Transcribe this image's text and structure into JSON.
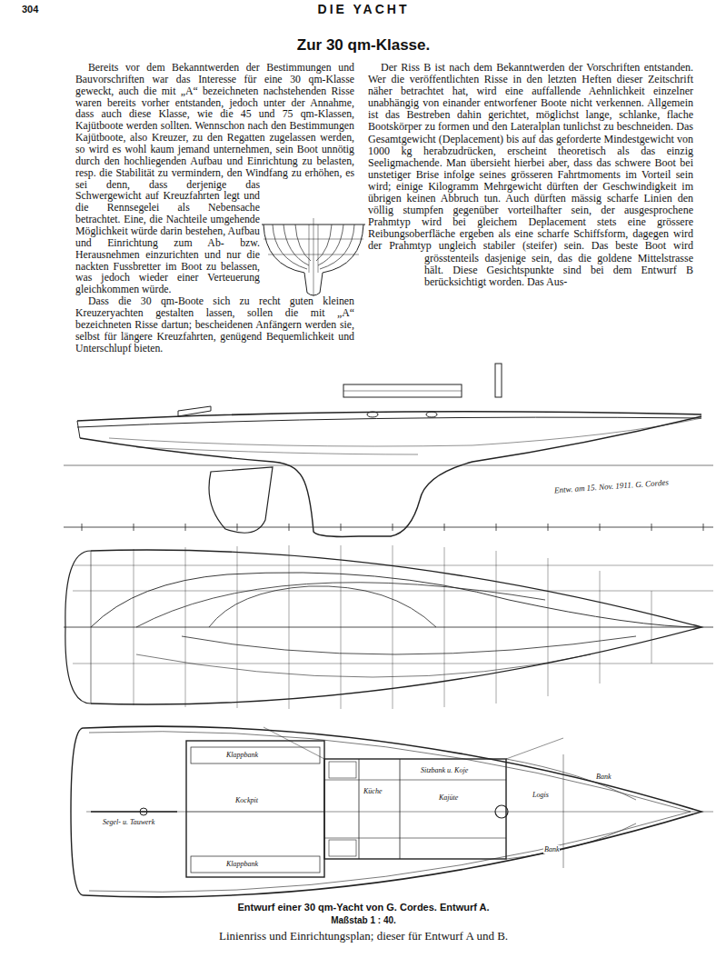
{
  "diagram": {
    "title": "Zur 30 qm-Klasse.",
    "caption": "Entwurf einer 30 qm-Yacht von G. Cordes. Entwurf A.",
    "labels": [
      "DIE YACHT",
      "304",
      "Bereits vor dem Bekanntwerden der Bestimmungen und Bauvorschriften war das Interesse für eine 30 qm-Klasse geweckt, auch die mit „A“ bezeichneten nachstehenden Risse waren bereits vorher entstanden, jedoch unter der Annahme, dass auch diese Klasse, wie die 45 und 75 qm-Klassen, Kajütboote werden sollten. Wennschon nach den Bestimmungen Kajütboote, also Kreuzer, zu den Regatten zugelassen werden, so wird es wohl kaum jemand unternehmen, sein Boot unnötig durch den hochliegenden Aufbau und Einrichtung zu belasten, resp. die Stabilität zu vermindern, den Windfang zu erhöhen, es sei denn, dass derjenige das Schwergewicht auf Kreuzfahrten legt und die Rennsegelei als Nebensache betrachtet. Eine, die Nachteile umgehende Möglichkeit würde darin bestehen, Aufbau und Einrichtung zum Ab- bzw. Herausnehmen einzurichten und nur die nackten Fussbretter im Boot zu belassen, was jedoch wieder einer Verteuerung gleichkommen würde.",
      "Dass die 30 qm-Boote sich zu recht guten kleinen Kreuzeryachten gestalten lassen, sollen die mit „A“ bezeichneten Risse dartun; bescheidenen Anfängern werden sie, selbst für längere Kreuzfahrten, genügend Bequemlichkeit und Unterschlupf bieten.",
      "Der Riss B ist nach dem Bekanntwerden der Vorschriften entstanden. Wer die veröffentlichten Risse in den letzten Heften dieser Zeitschrift näher betrachtet hat, wird eine auffallende Aehnlichkeit einzelner unabhängig von einander entworfener Boote nicht verkennen. Allgemein ist das Bestreben dahin gerichtet, möglichst lange, schlanke, flache Bootskörper zu formen und den Lateralplan tunlichst zu beschneiden. Das Gesamtgewicht (Deplacement) bis auf das geforderte Mindestgewicht von 1000 kg herabzudrücken, erscheint theoretisch als das einzig Seeligmachende. Man übersieht hierbei aber, dass das schwere Boot bei unstetiger Brise infolge seines grösseren Fahrtmoments im Vorteil sein wird; einige Kilogramm Mehrgewicht dürften der Geschwindigkeit im übrigen keinen Abbruch tun. Auch dürften mässig scharfe Linien den völlig stumpfen gegenüber vorteilhafter sein, der ausgesprochene Prahmtyp wird bei gleichem Deplacement stets eine grössere Reibungsoberfläche ergeben als eine scharfe Schiffsform, dagegen wird der Prahmtyp ungleich stabiler (steifer) sein. Das beste Boot wird grösstenteils dasjenige sein, das die goldene Mittelstrasse hält. Diese Gesichtspunkte sind bei dem Entwurf B berücksichtigt worden. Das Aus-",
      "Entw. am 15. Nov. 1911. G. Cordes",
      "Segel- u. Tauwerk",
      "Klappbank",
      "Kockpit",
      "Klappbank",
      "Küche",
      "Sitzbank u. Koje",
      "Kajüte",
      "Logis",
      "Bank",
      "Bank",
      "Maßstab 1 : 40.",
      "Linienriss und Einrichtungsplan; dieser für Entwurf A und B."
    ]
  }
}
